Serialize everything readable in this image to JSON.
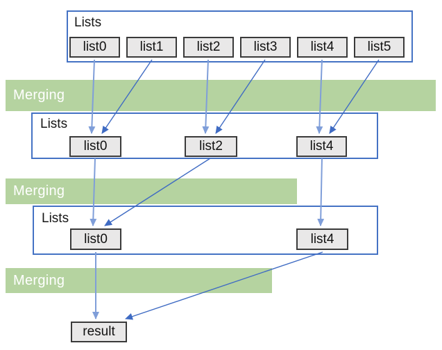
{
  "diagram": {
    "rows": [
      {
        "label": "Lists",
        "items": [
          "list0",
          "list1",
          "list2",
          "list3",
          "list4",
          "list5"
        ]
      },
      {
        "label": "Lists",
        "items": [
          "list0",
          "list2",
          "list4"
        ]
      },
      {
        "label": "Lists",
        "items": [
          "list0",
          "list4"
        ]
      }
    ],
    "bands": [
      "Merging",
      "Merging",
      "Merging"
    ],
    "result_label": "result",
    "colors": {
      "band_green": "#b5d3a0",
      "band_text": "#ffffff",
      "container_border_blue": "#4472c4",
      "item_fill": "#e9e8e8",
      "item_border": "#3a3a3a",
      "arrow_light_blue": "#7f9ed9",
      "arrow_dark_blue": "#3f6bc3"
    }
  }
}
